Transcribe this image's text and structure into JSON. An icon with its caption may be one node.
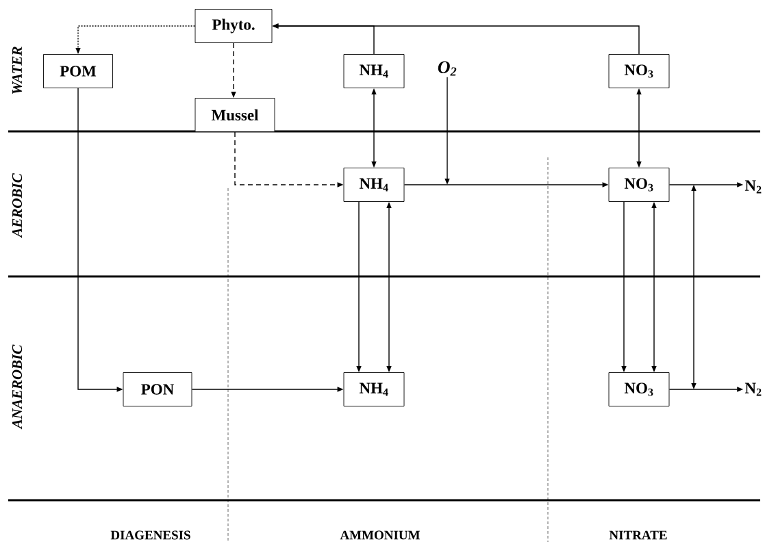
{
  "diagram": {
    "nodes": [
      {
        "text": [
          "Phyto."
        ]
      },
      {
        "text": [
          "POM"
        ]
      },
      {
        "text": [
          "NH$_{4}$"
        ]
      },
      {
        "text": [
          "O$_{2}$"
        ]
      },
      {
        "text": [
          "NO$_{3}$"
        ]
      },
      {
        "text": [
          "Mussel"
        ]
      },
      {
        "text": [
          "NH$_{4}$"
        ]
      },
      {
        "text": [
          "NO$_{3}$"
        ]
      },
      {
        "text": [
          "N$_{2}$"
        ]
      },
      {
        "text": [
          "PON"
        ]
      },
      {
        "text": [
          "NH$_{4}$"
        ]
      },
      {
        "text": [
          "NO$_{3}$"
        ]
      },
      {
        "text": [
          "N$_{2}$"
        ]
      }
    ],
    "edges": [
      {
        "from": 0,
        "to": 1,
        "arrow": "to",
        "style": "dashed"
      },
      {
        "from": 0,
        "to": 5,
        "arrow": "to",
        "style": "dashed"
      },
      {
        "from": 2,
        "to": 0,
        "arrow": "to"
      },
      {
        "from": 4,
        "to": 0,
        "arrow": "to"
      },
      {
        "from": 2,
        "to": 6,
        "arrow": "both"
      },
      {
        "from": 4,
        "to": 7,
        "arrow": "both"
      },
      {
        "from": 3,
        "to": null,
        "arrow": "to"
      },
      {
        "from": 5,
        "to": 6,
        "arrow": "to",
        "style": "dashed"
      },
      {
        "from": 6,
        "to": 7,
        "arrow": "to"
      },
      {
        "from": 7,
        "to": 8,
        "arrow": "to"
      },
      {
        "from": 6,
        "to": 10,
        "arrow": "to"
      },
      {
        "from": 6,
        "to": 10,
        "arrow": "both"
      },
      {
        "from": 7,
        "to": 11,
        "arrow": "to"
      },
      {
        "from": 7,
        "to": 11,
        "arrow": "both"
      },
      {
        "from": 1,
        "to": 9,
        "arrow": "to"
      },
      {
        "from": 9,
        "to": 10,
        "arrow": "to"
      },
      {
        "from": 11,
        "to": 12,
        "arrow": "to"
      }
    ],
    "labels": [
      "WATER",
      "AEROBIC",
      "ANAEROBIC",
      "DIAGENESIS",
      "AMMONIUM",
      "NITRATE"
    ]
  }
}
